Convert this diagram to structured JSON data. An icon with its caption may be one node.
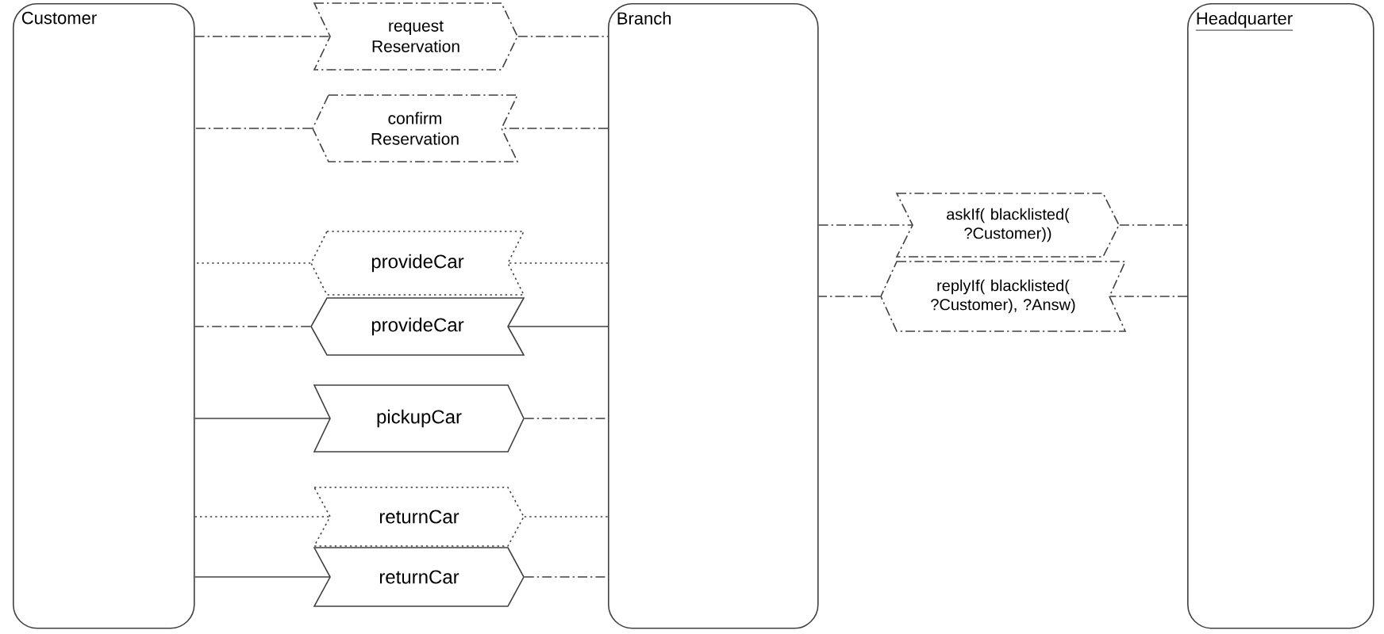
{
  "diagram": {
    "nodes": [
      {
        "text": [
          "Customer"
        ]
      },
      {
        "text": [
          "Branch"
        ]
      },
      {
        "text": [
          "Headquarter"
        ]
      },
      {
        "text": [
          "request Reservation"
        ]
      },
      {
        "text": [
          "confirm Reservation"
        ]
      },
      {
        "text": [
          "provideCar"
        ]
      },
      {
        "text": [
          "provideCar"
        ]
      },
      {
        "text": [
          "pickupCar"
        ]
      },
      {
        "text": [
          "returnCar"
        ]
      },
      {
        "text": [
          "returnCar"
        ]
      },
      {
        "text": [
          "askIf( blacklisted( ?Customer))"
        ]
      },
      {
        "text": [
          "replyIf( blacklisted( ?Customer), ?Answ)"
        ]
      }
    ],
    "edges": [
      {
        "from": 0,
        "to": 3,
        "arrow": "none",
        "style": "dashed"
      },
      {
        "from": 3,
        "to": 1,
        "arrow": "none",
        "style": "dashed"
      },
      {
        "from": 1,
        "to": 4,
        "arrow": "none",
        "style": "dashed"
      },
      {
        "from": 4,
        "to": 0,
        "arrow": "none",
        "style": "dashed"
      },
      {
        "from": 1,
        "to": 5,
        "arrow": "none",
        "style": "dashed"
      },
      {
        "from": 5,
        "to": 0,
        "arrow": "none",
        "style": "dashed"
      },
      {
        "from": 1,
        "to": 6,
        "arrow": "none"
      },
      {
        "from": 6,
        "to": 0,
        "arrow": "none",
        "style": "dashed"
      },
      {
        "from": 0,
        "to": 7,
        "arrow": "none"
      },
      {
        "from": 7,
        "to": 1,
        "arrow": "none",
        "style": "dashed"
      },
      {
        "from": 0,
        "to": 8,
        "arrow": "none",
        "style": "dashed"
      },
      {
        "from": 8,
        "to": 1,
        "arrow": "none",
        "style": "dashed"
      },
      {
        "from": 0,
        "to": 9,
        "arrow": "none"
      },
      {
        "from": 9,
        "to": 1,
        "arrow": "none",
        "style": "dashed"
      },
      {
        "from": 1,
        "to": 10,
        "arrow": "none",
        "style": "dashed"
      },
      {
        "from": 10,
        "to": 2,
        "arrow": "none",
        "style": "dashed"
      },
      {
        "from": 2,
        "to": 11,
        "arrow": "none",
        "style": "dashed"
      },
      {
        "from": 11,
        "to": 1,
        "arrow": "none",
        "style": "dashed"
      }
    ]
  }
}
